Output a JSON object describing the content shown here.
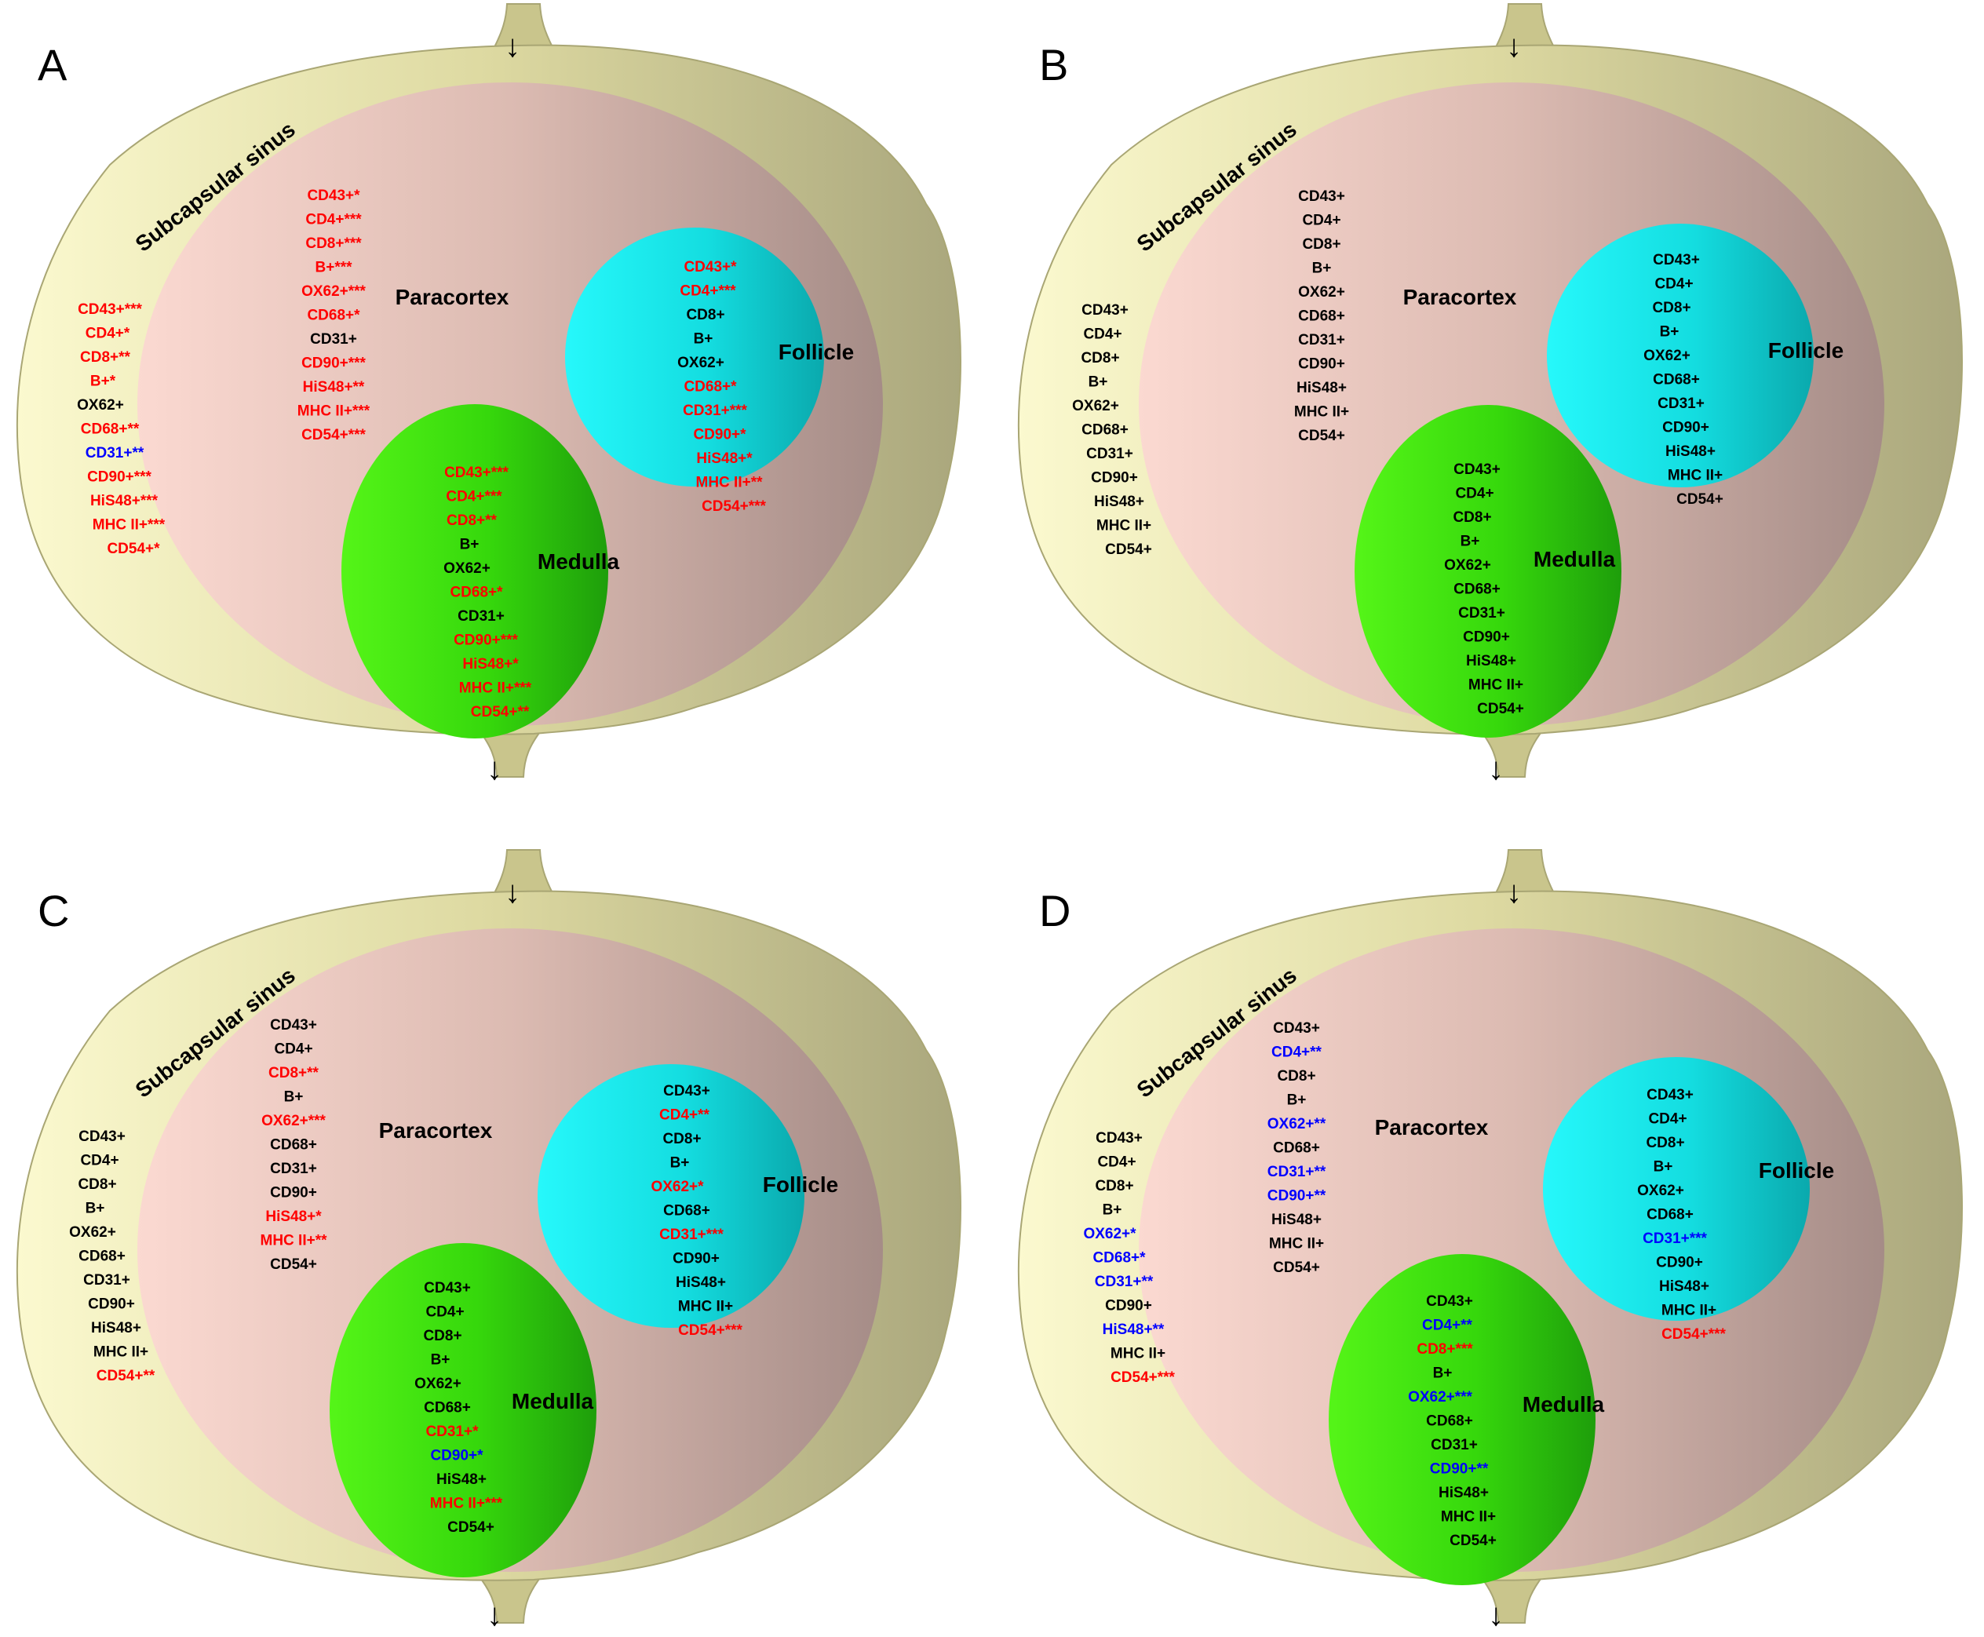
{
  "colors": {
    "black": "#000000",
    "red": "#ff0000",
    "blue": "#0000ff",
    "sinus": "#e8e4a2",
    "sinus_edge": "#a9a674",
    "paracortex": "#ecc3bb",
    "follicle": "#17dcdf",
    "medulla": "#36e20b"
  },
  "labels": {
    "subcapsular": "Subcapsular sinus",
    "paracortex": "Paracortex",
    "follicle": "Follicle",
    "medulla": "Medulla",
    "arrow": "↓"
  },
  "panels": [
    {
      "letter": "A",
      "sinus": [
        {
          "t": "CD43+***",
          "c": "red"
        },
        {
          "t": "CD4+*",
          "c": "red"
        },
        {
          "t": "CD8+**",
          "c": "red"
        },
        {
          "t": "B+*",
          "c": "red"
        },
        {
          "t": "OX62+",
          "c": "black"
        },
        {
          "t": "CD68+**",
          "c": "red"
        },
        {
          "t": "CD31+**",
          "c": "blue"
        },
        {
          "t": "CD90+***",
          "c": "red"
        },
        {
          "t": "HiS48+***",
          "c": "red"
        },
        {
          "t": "MHC II+***",
          "c": "red"
        },
        {
          "t": "CD54+*",
          "c": "red"
        }
      ],
      "paracortex": [
        {
          "t": "CD43+*",
          "c": "red"
        },
        {
          "t": "CD4+***",
          "c": "red"
        },
        {
          "t": "CD8+***",
          "c": "red"
        },
        {
          "t": "B+***",
          "c": "red"
        },
        {
          "t": "OX62+***",
          "c": "red"
        },
        {
          "t": "CD68+*",
          "c": "red"
        },
        {
          "t": "CD31+",
          "c": "black"
        },
        {
          "t": "CD90+***",
          "c": "red"
        },
        {
          "t": "HiS48+**",
          "c": "red"
        },
        {
          "t": "MHC II+***",
          "c": "red"
        },
        {
          "t": "CD54+***",
          "c": "red"
        }
      ],
      "follicle": [
        {
          "t": "CD43+*",
          "c": "red"
        },
        {
          "t": "CD4+***",
          "c": "red"
        },
        {
          "t": "CD8+",
          "c": "black"
        },
        {
          "t": "B+",
          "c": "black"
        },
        {
          "t": "OX62+",
          "c": "black"
        },
        {
          "t": "CD68+*",
          "c": "red"
        },
        {
          "t": "CD31+***",
          "c": "red"
        },
        {
          "t": "CD90+*",
          "c": "red"
        },
        {
          "t": "HiS48+*",
          "c": "red"
        },
        {
          "t": "MHC II+**",
          "c": "red"
        },
        {
          "t": "CD54+***",
          "c": "red"
        }
      ],
      "medulla": [
        {
          "t": "CD43+***",
          "c": "red"
        },
        {
          "t": "CD4+***",
          "c": "red"
        },
        {
          "t": "CD8+**",
          "c": "red"
        },
        {
          "t": "B+",
          "c": "black"
        },
        {
          "t": "OX62+",
          "c": "black"
        },
        {
          "t": "CD68+*",
          "c": "red"
        },
        {
          "t": "CD31+",
          "c": "black"
        },
        {
          "t": "CD90+***",
          "c": "red"
        },
        {
          "t": "HiS48+*",
          "c": "red"
        },
        {
          "t": "MHC II+***",
          "c": "red"
        },
        {
          "t": "CD54+**",
          "c": "red"
        }
      ]
    },
    {
      "letter": "B",
      "sinus": [
        {
          "t": "CD43+",
          "c": "black"
        },
        {
          "t": "CD4+",
          "c": "black"
        },
        {
          "t": "CD8+",
          "c": "black"
        },
        {
          "t": "B+",
          "c": "black"
        },
        {
          "t": "OX62+",
          "c": "black"
        },
        {
          "t": "CD68+",
          "c": "black"
        },
        {
          "t": "CD31+",
          "c": "black"
        },
        {
          "t": "CD90+",
          "c": "black"
        },
        {
          "t": "HiS48+",
          "c": "black"
        },
        {
          "t": "MHC II+",
          "c": "black"
        },
        {
          "t": "CD54+",
          "c": "black"
        }
      ],
      "paracortex": [
        {
          "t": "CD43+",
          "c": "black"
        },
        {
          "t": "CD4+",
          "c": "black"
        },
        {
          "t": "CD8+",
          "c": "black"
        },
        {
          "t": "B+",
          "c": "black"
        },
        {
          "t": "OX62+",
          "c": "black"
        },
        {
          "t": "CD68+",
          "c": "black"
        },
        {
          "t": "CD31+",
          "c": "black"
        },
        {
          "t": "CD90+",
          "c": "black"
        },
        {
          "t": "HiS48+",
          "c": "black"
        },
        {
          "t": "MHC II+",
          "c": "black"
        },
        {
          "t": "CD54+",
          "c": "black"
        }
      ],
      "follicle": [
        {
          "t": "CD43+",
          "c": "black"
        },
        {
          "t": "CD4+",
          "c": "black"
        },
        {
          "t": "CD8+",
          "c": "black"
        },
        {
          "t": "B+",
          "c": "black"
        },
        {
          "t": "OX62+",
          "c": "black"
        },
        {
          "t": "CD68+",
          "c": "black"
        },
        {
          "t": "CD31+",
          "c": "black"
        },
        {
          "t": "CD90+",
          "c": "black"
        },
        {
          "t": "HiS48+",
          "c": "black"
        },
        {
          "t": "MHC II+",
          "c": "black"
        },
        {
          "t": "CD54+",
          "c": "black"
        }
      ],
      "medulla": [
        {
          "t": "CD43+",
          "c": "black"
        },
        {
          "t": "CD4+",
          "c": "black"
        },
        {
          "t": "CD8+",
          "c": "black"
        },
        {
          "t": "B+",
          "c": "black"
        },
        {
          "t": "OX62+",
          "c": "black"
        },
        {
          "t": "CD68+",
          "c": "black"
        },
        {
          "t": "CD31+",
          "c": "black"
        },
        {
          "t": "CD90+",
          "c": "black"
        },
        {
          "t": "HiS48+",
          "c": "black"
        },
        {
          "t": "MHC II+",
          "c": "black"
        },
        {
          "t": "CD54+",
          "c": "black"
        }
      ]
    },
    {
      "letter": "C",
      "sinus": [
        {
          "t": "CD43+",
          "c": "black"
        },
        {
          "t": "CD4+",
          "c": "black"
        },
        {
          "t": "CD8+",
          "c": "black"
        },
        {
          "t": "B+",
          "c": "black"
        },
        {
          "t": "OX62+",
          "c": "black"
        },
        {
          "t": "CD68+",
          "c": "black"
        },
        {
          "t": "CD31+",
          "c": "black"
        },
        {
          "t": "CD90+",
          "c": "black"
        },
        {
          "t": "HiS48+",
          "c": "black"
        },
        {
          "t": "MHC II+",
          "c": "black"
        },
        {
          "t": "CD54+**",
          "c": "red"
        }
      ],
      "paracortex": [
        {
          "t": "CD43+",
          "c": "black"
        },
        {
          "t": "CD4+",
          "c": "black"
        },
        {
          "t": "CD8+**",
          "c": "red"
        },
        {
          "t": "B+",
          "c": "black"
        },
        {
          "t": "OX62+***",
          "c": "red"
        },
        {
          "t": "CD68+",
          "c": "black"
        },
        {
          "t": "CD31+",
          "c": "black"
        },
        {
          "t": "CD90+",
          "c": "black"
        },
        {
          "t": "HiS48+*",
          "c": "red"
        },
        {
          "t": "MHC II+**",
          "c": "red"
        },
        {
          "t": "CD54+",
          "c": "black"
        }
      ],
      "follicle": [
        {
          "t": "CD43+",
          "c": "black"
        },
        {
          "t": "CD4+**",
          "c": "red"
        },
        {
          "t": "CD8+",
          "c": "black"
        },
        {
          "t": "B+",
          "c": "black"
        },
        {
          "t": "OX62+*",
          "c": "red"
        },
        {
          "t": "CD68+",
          "c": "black"
        },
        {
          "t": "CD31+***",
          "c": "red"
        },
        {
          "t": "CD90+",
          "c": "black"
        },
        {
          "t": "HiS48+",
          "c": "black"
        },
        {
          "t": "MHC II+",
          "c": "black"
        },
        {
          "t": "CD54+***",
          "c": "red"
        }
      ],
      "medulla": [
        {
          "t": "CD43+",
          "c": "black"
        },
        {
          "t": "CD4+",
          "c": "black"
        },
        {
          "t": "CD8+",
          "c": "black"
        },
        {
          "t": "B+",
          "c": "black"
        },
        {
          "t": "OX62+",
          "c": "black"
        },
        {
          "t": "CD68+",
          "c": "black"
        },
        {
          "t": "CD31+*",
          "c": "red"
        },
        {
          "t": "CD90+*",
          "c": "blue"
        },
        {
          "t": "HiS48+",
          "c": "black"
        },
        {
          "t": "MHC II+***",
          "c": "red"
        },
        {
          "t": "CD54+",
          "c": "black"
        }
      ]
    },
    {
      "letter": "D",
      "sinus": [
        {
          "t": "CD43+",
          "c": "black"
        },
        {
          "t": "CD4+",
          "c": "black"
        },
        {
          "t": "CD8+",
          "c": "black"
        },
        {
          "t": "B+",
          "c": "black"
        },
        {
          "t": "OX62+*",
          "c": "blue"
        },
        {
          "t": "CD68+*",
          "c": "blue"
        },
        {
          "t": "CD31+**",
          "c": "blue"
        },
        {
          "t": "CD90+",
          "c": "black"
        },
        {
          "t": "HiS48+**",
          "c": "blue"
        },
        {
          "t": "MHC II+",
          "c": "black"
        },
        {
          "t": "CD54+***",
          "c": "red"
        }
      ],
      "paracortex": [
        {
          "t": "CD43+",
          "c": "black"
        },
        {
          "t": "CD4+**",
          "c": "blue"
        },
        {
          "t": "CD8+",
          "c": "black"
        },
        {
          "t": "B+",
          "c": "black"
        },
        {
          "t": "OX62+**",
          "c": "blue"
        },
        {
          "t": "CD68+",
          "c": "black"
        },
        {
          "t": "CD31+**",
          "c": "blue"
        },
        {
          "t": "CD90+**",
          "c": "blue"
        },
        {
          "t": "HiS48+",
          "c": "black"
        },
        {
          "t": "MHC II+",
          "c": "black"
        },
        {
          "t": "CD54+",
          "c": "black"
        }
      ],
      "follicle": [
        {
          "t": "CD43+",
          "c": "black"
        },
        {
          "t": "CD4+",
          "c": "black"
        },
        {
          "t": "CD8+",
          "c": "black"
        },
        {
          "t": "B+",
          "c": "black"
        },
        {
          "t": "OX62+",
          "c": "black"
        },
        {
          "t": "CD68+",
          "c": "black"
        },
        {
          "t": "CD31+***",
          "c": "blue"
        },
        {
          "t": "CD90+",
          "c": "black"
        },
        {
          "t": "HiS48+",
          "c": "black"
        },
        {
          "t": "MHC II+",
          "c": "black"
        },
        {
          "t": "CD54+***",
          "c": "red"
        }
      ],
      "medulla": [
        {
          "t": "CD43+",
          "c": "black"
        },
        {
          "t": "CD4+**",
          "c": "blue"
        },
        {
          "t": "CD8+***",
          "c": "red"
        },
        {
          "t": "B+",
          "c": "black"
        },
        {
          "t": "OX62+***",
          "c": "blue"
        },
        {
          "t": "CD68+",
          "c": "black"
        },
        {
          "t": "CD31+",
          "c": "black"
        },
        {
          "t": "CD90+**",
          "c": "blue"
        },
        {
          "t": "HiS48+",
          "c": "black"
        },
        {
          "t": "MHC II+",
          "c": "black"
        },
        {
          "t": "CD54+",
          "c": "black"
        }
      ]
    }
  ]
}
